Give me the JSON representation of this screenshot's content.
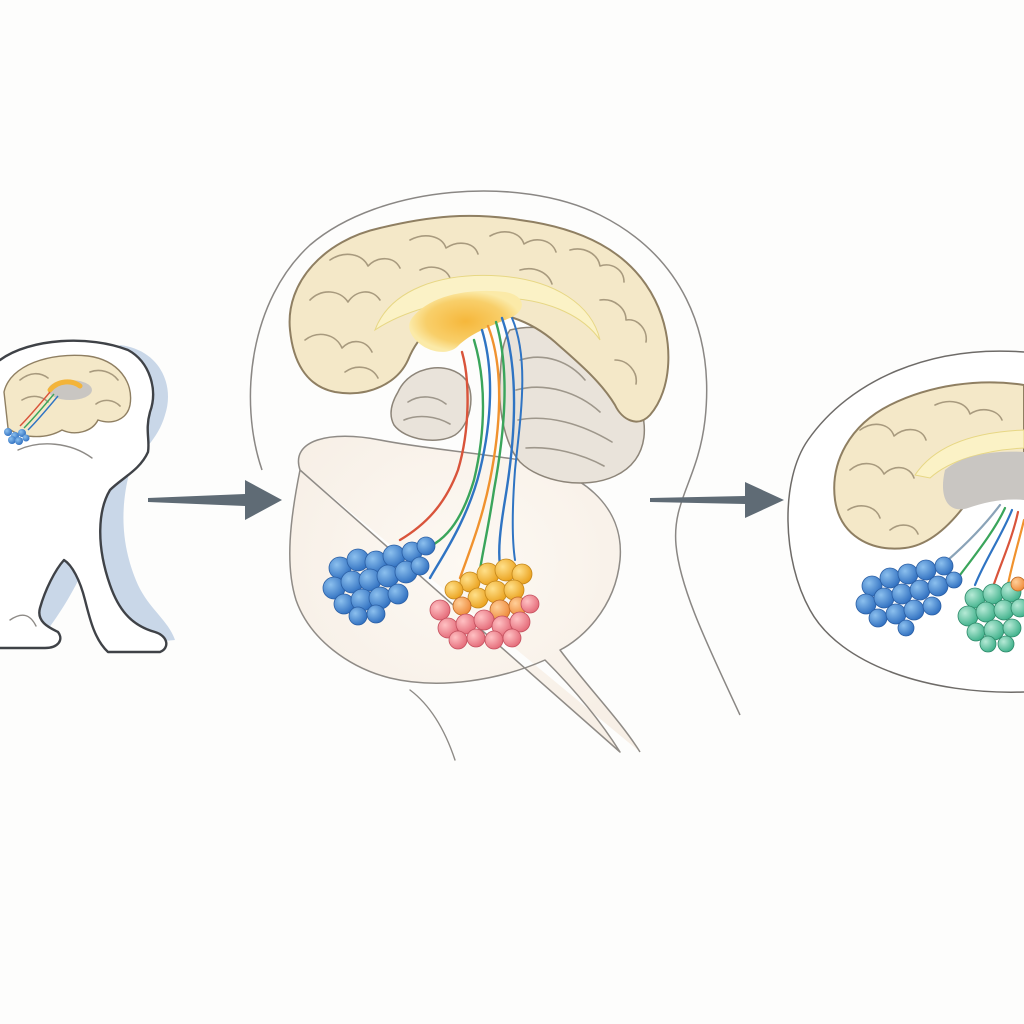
{
  "diagram": {
    "panels": [
      {
        "id": "figure",
        "label": ""
      },
      {
        "id": "brain-detail",
        "label": ""
      },
      {
        "id": "brain-cropped",
        "label": ""
      }
    ],
    "arrows": [
      {
        "from": "figure",
        "to": "brain-detail"
      },
      {
        "from": "brain-detail",
        "to": "brain-cropped"
      }
    ],
    "colors": {
      "cortex": "#f3e6c8",
      "cortex_outline": "#8f7f62",
      "core_yellow": "#f3b43a",
      "ventricle_gray": "#c9c6c2",
      "body_shadow": "#b8c8dd",
      "arrow": "#5f6b75",
      "cluster_blue": "#3d7fc8",
      "cluster_yellow": "#f2b52f",
      "cluster_pink": "#ef7f8a",
      "cluster_green": "#4fbf98",
      "fiber_red": "#d9543b",
      "fiber_orange": "#f0922e",
      "fiber_green": "#3aa55b",
      "fiber_blue": "#2f74c3"
    }
  }
}
